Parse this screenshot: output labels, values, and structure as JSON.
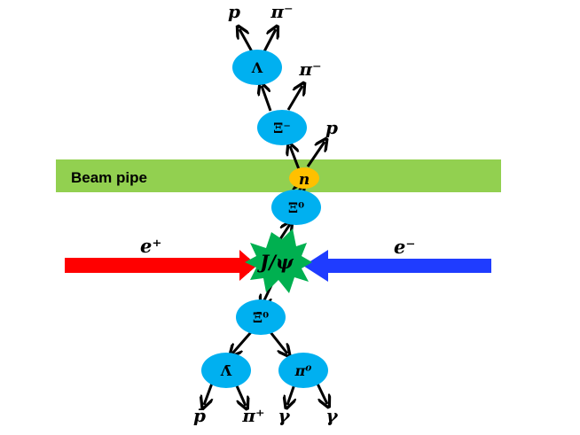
{
  "beam_pipe": {
    "label": "Beam pipe",
    "color": "#92d050"
  },
  "colors": {
    "particle": "#00b0f0",
    "neutron": "#ffc000",
    "collision": "#00b050",
    "electron_beam": "#1f3cff",
    "positron_beam": "#ff0000",
    "arrow": "#000000"
  },
  "beams": {
    "positron": "e⁺",
    "electron": "e⁻"
  },
  "collision": {
    "label": "J/ψ"
  },
  "particles": {
    "xi0": "Ξ⁰",
    "xi_minus": "Ξ⁻",
    "lambda": "Λ",
    "neutron": "n",
    "anti_xi0": "Ξ̄⁰",
    "anti_lambda": "Λ̄",
    "pi0": "π⁰"
  },
  "products": {
    "lambda_p": "p",
    "lambda_pi_minus": "π⁻",
    "xi_pi_minus": "π⁻",
    "scatter_p": "p",
    "anti_p": "p̄",
    "pi_plus": "π⁺",
    "gamma_1": "γ",
    "gamma_2": "γ"
  }
}
